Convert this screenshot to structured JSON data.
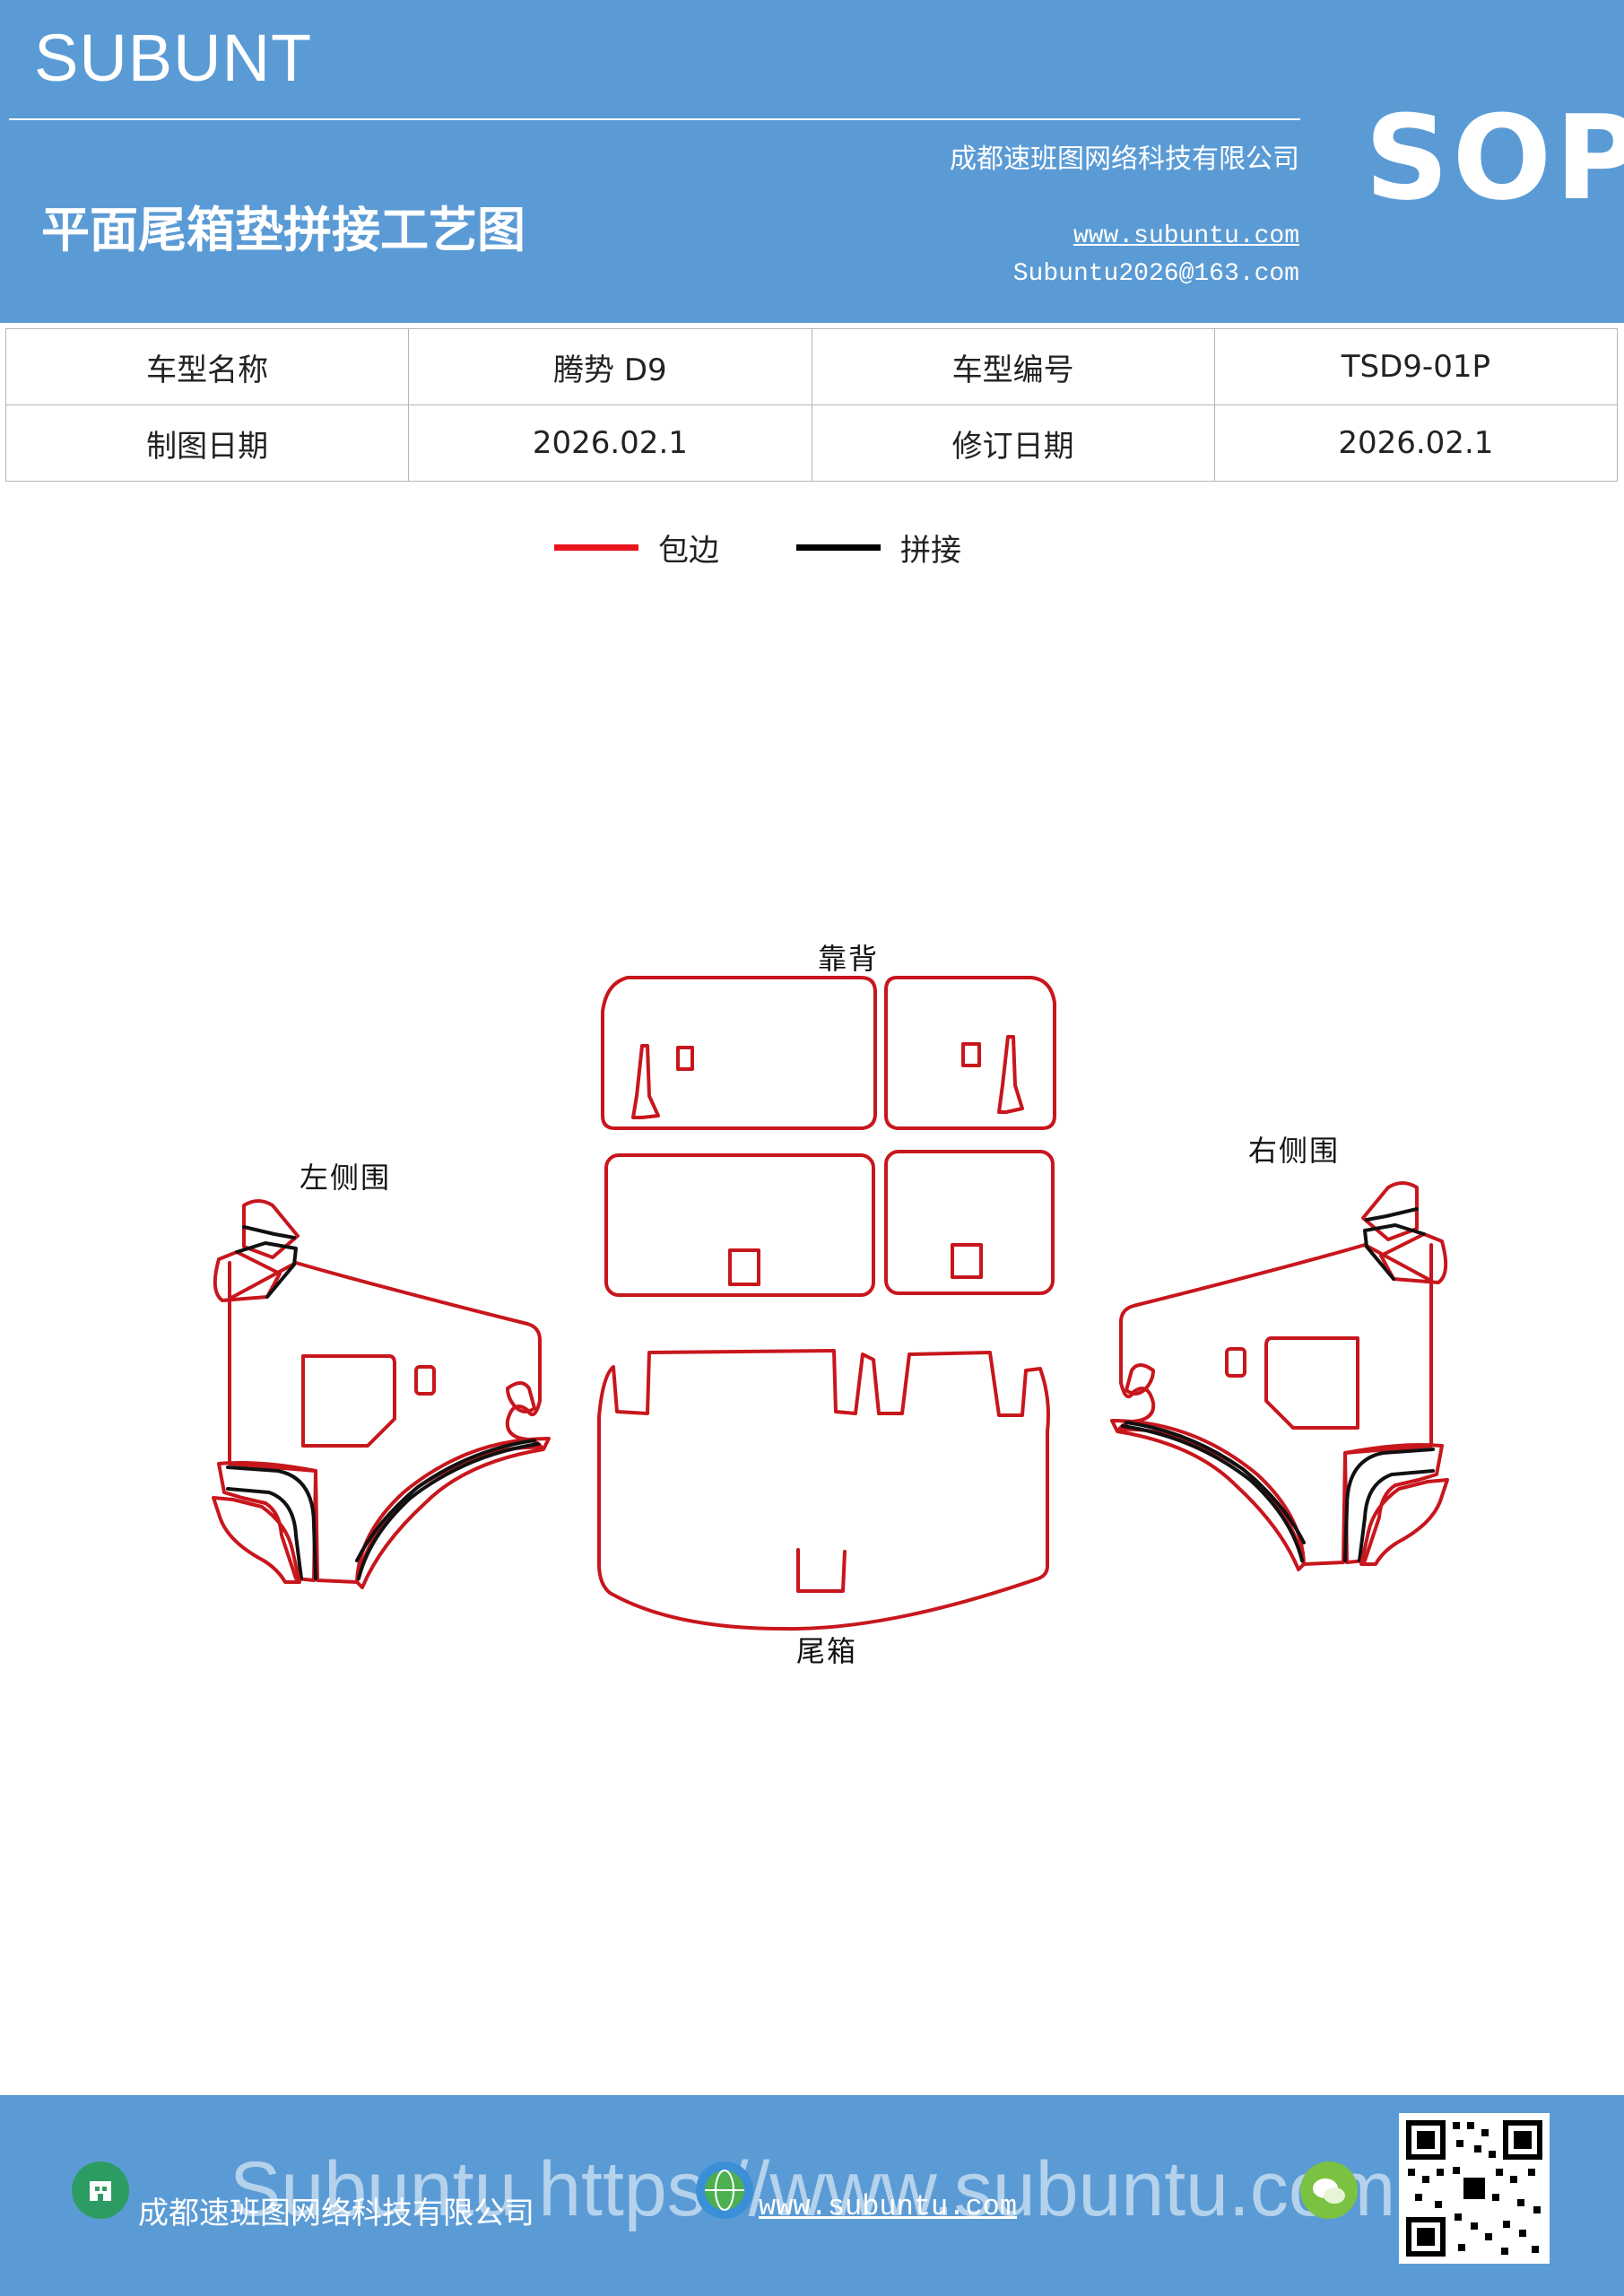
{
  "header": {
    "brand": "SUBUNT",
    "title": "平面尾箱垫拼接工艺图",
    "company": "成都速班图网络科技有限公司",
    "website": "www.subuntu.com",
    "email": "Subuntu2026@163.com",
    "sop": "SOP"
  },
  "info_table": {
    "rows": [
      [
        "车型名称",
        "腾势 D9",
        "车型编号",
        "TSD9-01P"
      ],
      [
        "制图日期",
        "2026.02.1",
        "修订日期",
        "2026.02.1"
      ]
    ]
  },
  "legend": [
    {
      "label": "包边",
      "color": "#e8141b"
    },
    {
      "label": "拼接",
      "color": "#000000"
    }
  ],
  "parts": {
    "backrest": "靠背",
    "left_side": "左侧围",
    "right_side": "右侧围",
    "trunk": "尾箱"
  },
  "colors": {
    "header_bg": "#5b9bd5",
    "edge_red": "#c8161d",
    "seam_black": "#111111"
  },
  "footer": {
    "company": "成都速班图网络科技有限公司",
    "website": "www.subuntu.com",
    "watermark": "Subuntu https://www.subuntu.com",
    "icons": [
      "building-icon",
      "globe-icon",
      "wechat-icon",
      "qr-code-icon"
    ]
  }
}
